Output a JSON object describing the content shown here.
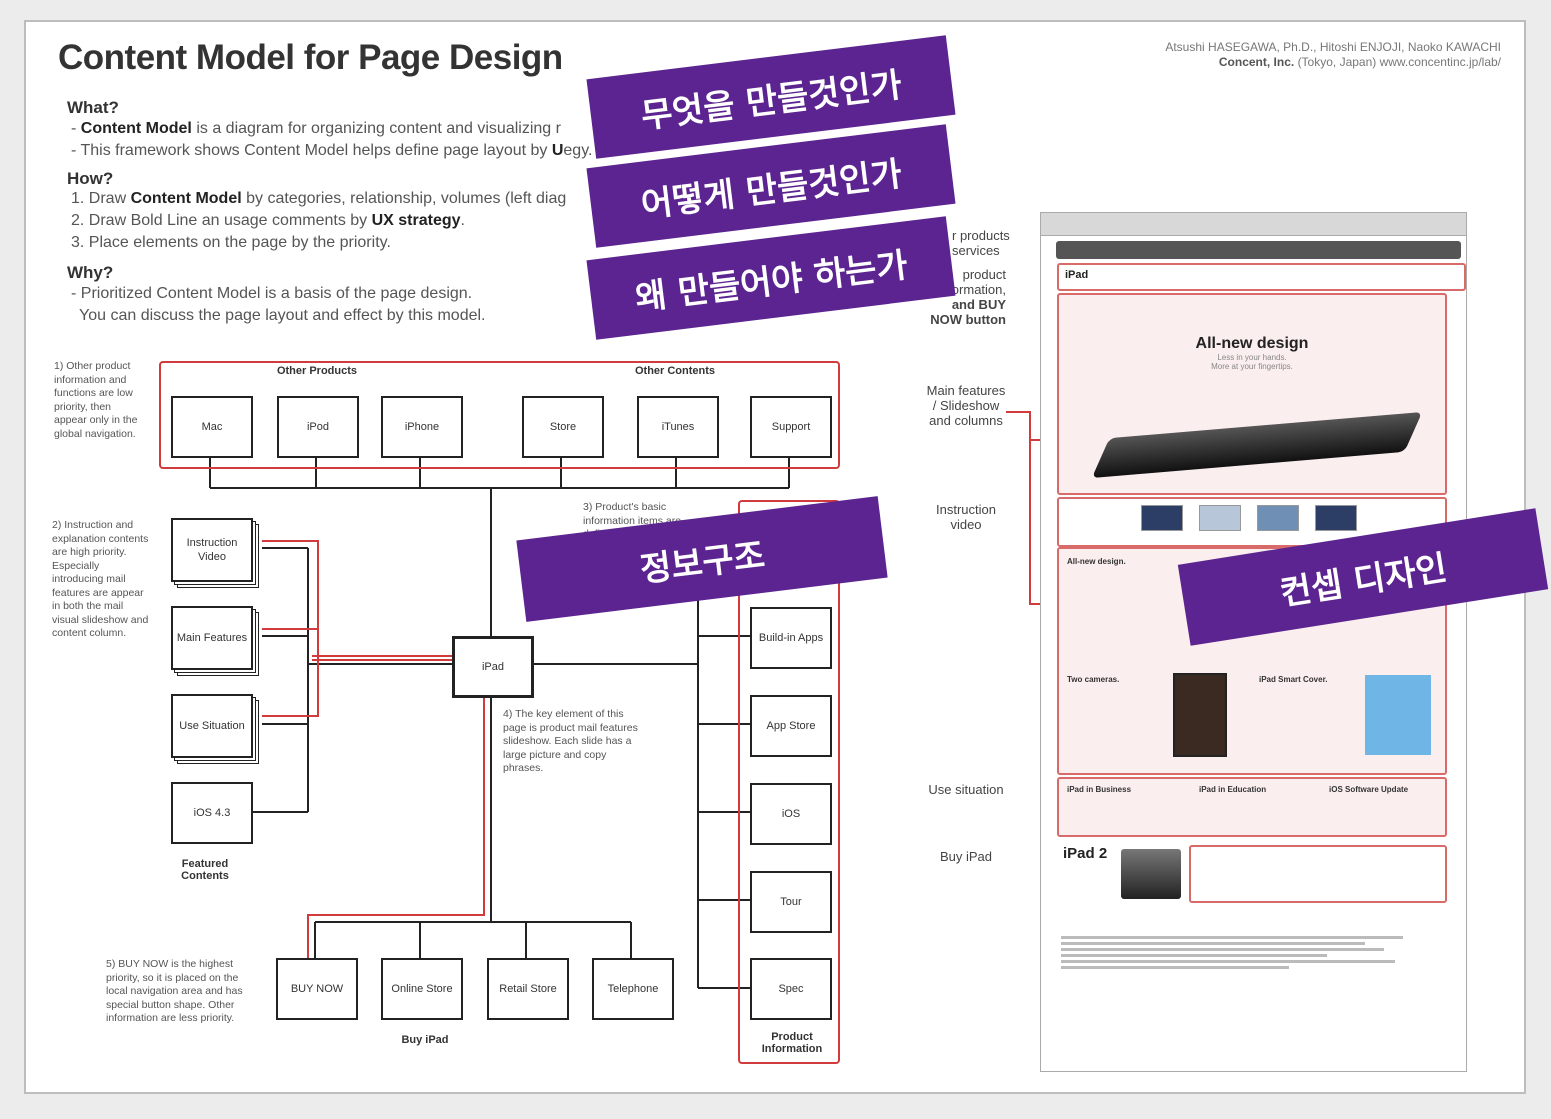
{
  "header": {
    "title": "Content Model for Page Design",
    "credit_line1": "Atsushi HASEGAWA, Ph.D., Hitoshi ENJOJI, Naoko KAWACHI",
    "credit_company": "Concent, Inc.",
    "credit_line2_rest": "(Tokyo, Japan) www.concentinc.jp/lab/"
  },
  "intro": {
    "what_h": "What?",
    "what_1a": "- ",
    "what_1b": "Content Model",
    "what_1c": " is a diagram for organizing content and visualizing r",
    "what_2a": "- This framework shows Content Model helps define page layout by ",
    "what_2b": "U",
    "what_2c": "egy.",
    "how_h": "How?",
    "how_1a": "1. Draw ",
    "how_1b": "Content Model",
    "how_1c": " by categories, relationship, volumes (left diag",
    "how_2a": "2. Draw Bold Line an usage comments by ",
    "how_2b": "UX strategy",
    "how_2c": ".",
    "how_3": "3. Place elements on the page by the priority.",
    "why_h": "Why?",
    "why_1": "- Prioritized Content Model is a basis of the page design.",
    "why_2": "You can discuss the page layout and effect by this model."
  },
  "banners": {
    "what": "무엇을 만들것인가",
    "how": "어떻게 만들것인가",
    "why": "왜 만들어야 하는가",
    "ia": "정보구조",
    "concept": "컨셉 디자인"
  },
  "notes": {
    "n1": "1) Other product information and functions are low priority, then appear only in the global navigation.",
    "n2": "2) Instruction and explanation contents are high priority. Especially introducing mail features are appear in both the mail visual slideshow and content column.",
    "n3": "3) Product's basic information items are defined",
    "n4": "4) The key element of this page is product mail features slideshow. Each slide has a large picture and copy phrases.",
    "n5": "5) BUY NOW is the highest priority, so it is placed on the local navigation area and has special button shape. Other information are less priority."
  },
  "groups": {
    "other_products": "Other Products",
    "other_contents": "Other Contents",
    "featured": "Featured Contents",
    "buy_ipad": "Buy iPad",
    "product_info": "Product Information"
  },
  "nodes": {
    "mac": "Mac",
    "ipod": "iPod",
    "iphone": "iPhone",
    "store": "Store",
    "itunes": "iTunes",
    "support": "Support",
    "instruction_video": "Instruction Video",
    "main_features": "Main Features",
    "use_situation": "Use Situation",
    "ios43": "iOS 4.3",
    "ipad": "iPad",
    "buy_now": "BUY NOW",
    "online_store": "Online Store",
    "retail_store": "Retail Store",
    "telephone": "Telephone",
    "builtin_apps": "Build-in Apps",
    "app_store": "App Store",
    "ios": "iOS",
    "tour": "Tour",
    "spec": "Spec"
  },
  "right_labels": {
    "products": "r products services",
    "product_info_a": "product",
    "product_info_b": "information,",
    "product_info_c": "and BUY",
    "product_info_d": "NOW button",
    "main_features": "Main features / Slideshow and columns",
    "instruction": "Instruction video",
    "use": "Use situation",
    "buy": "Buy iPad"
  },
  "screenshot": {
    "brand": "iPad",
    "hero_title": "All-new design",
    "hero_sub1": "Less in your hands.",
    "hero_sub2": "More at your fingertips.",
    "col1_title": "All-new design.",
    "col2_title": "Two cameras.",
    "col3_title": "iPad Smart Cover.",
    "use1": "iPad in Business",
    "use2": "iPad in Education",
    "use3": "iOS Software Update",
    "buy_title": "iPad 2"
  },
  "colors": {
    "banner": "#5b2490",
    "redline": "#d23b3b",
    "pink_fill": "#fbeeee"
  }
}
